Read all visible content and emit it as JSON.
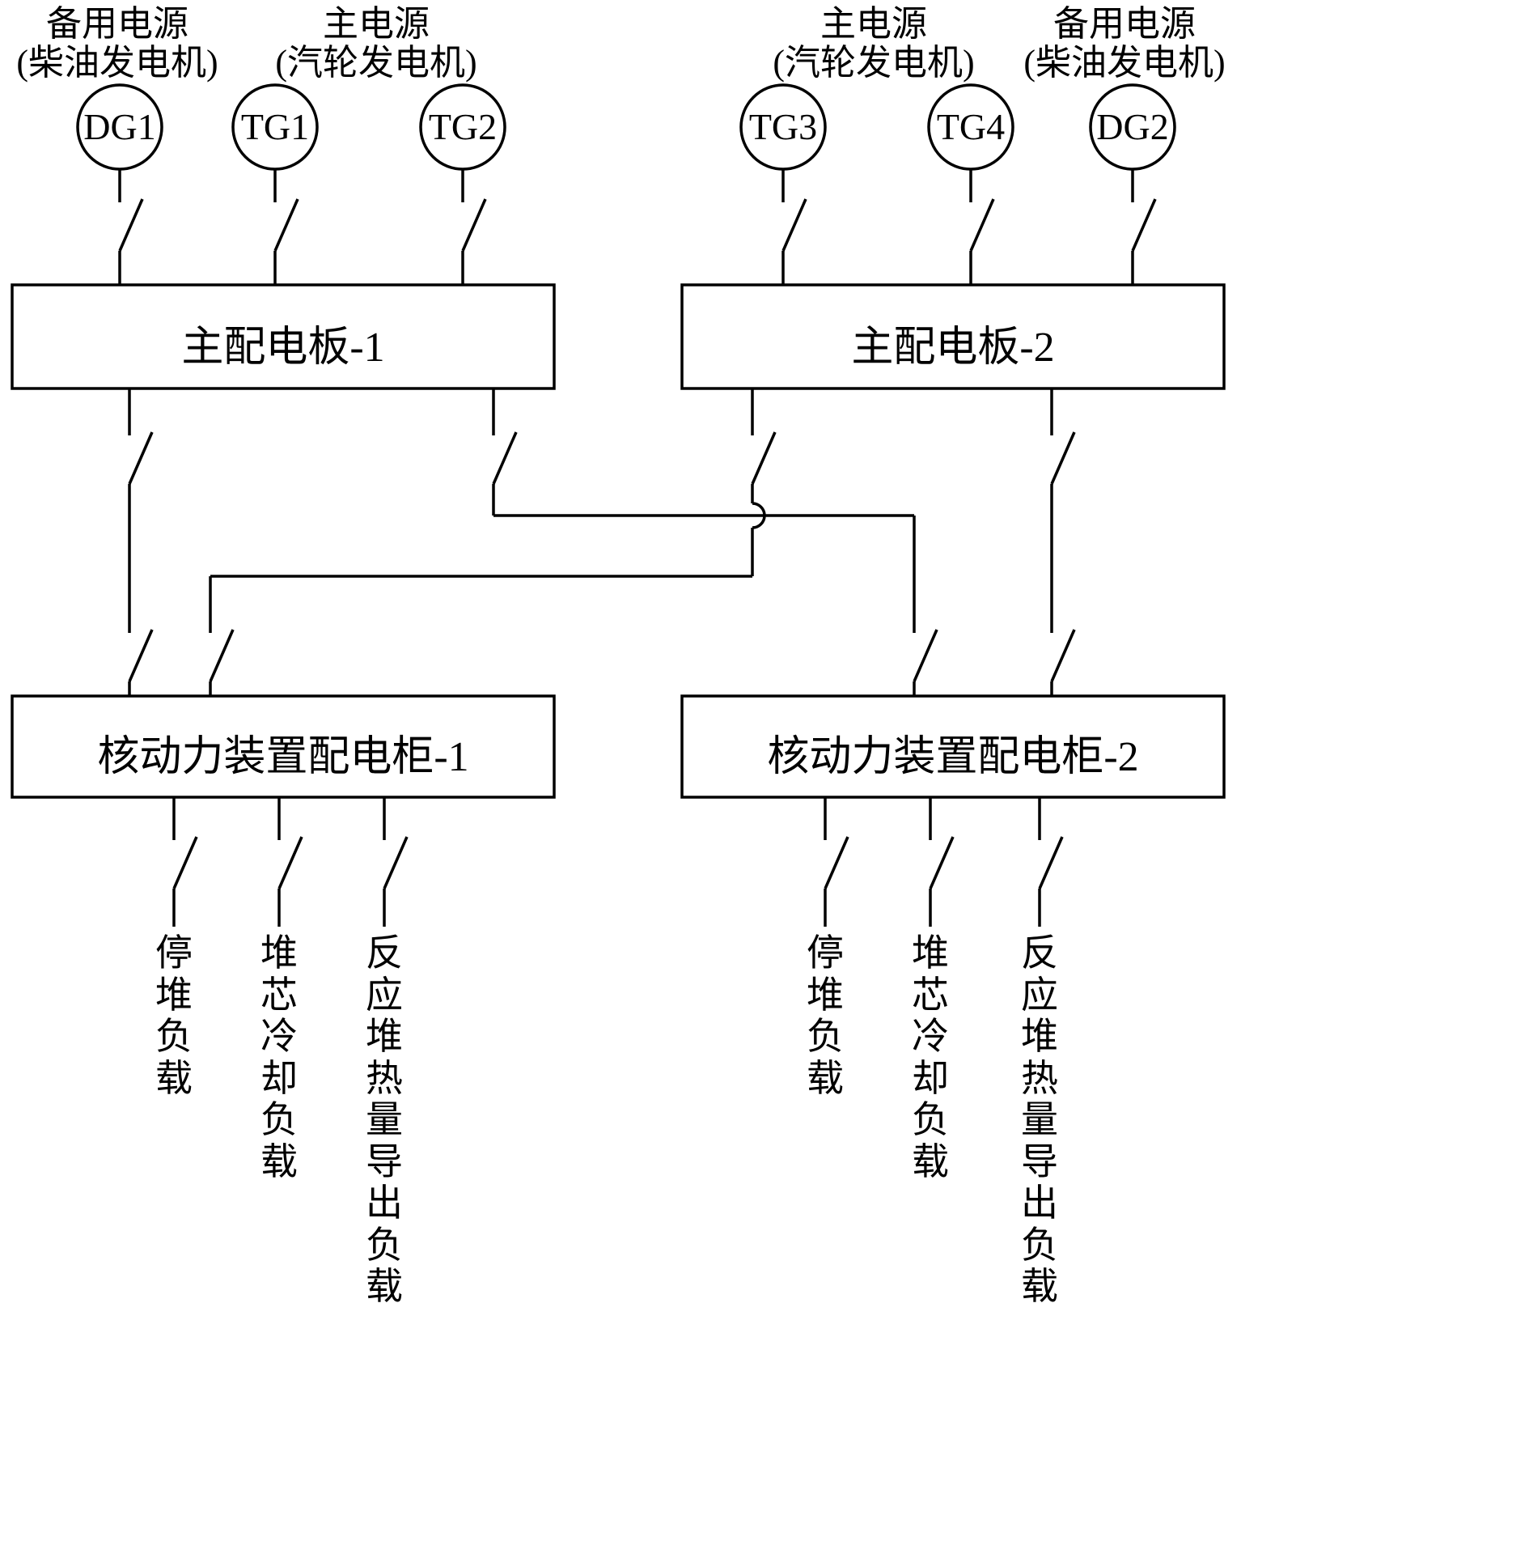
{
  "diagram": {
    "background": "#ffffff",
    "line_color": "#000000",
    "source_labels": [
      {
        "line1": "备用电源",
        "line2": "(柴油发电机)"
      },
      {
        "line1": "主电源",
        "line2": "(汽轮发电机)"
      },
      {
        "line1": "主电源",
        "line2": "(汽轮发电机)"
      },
      {
        "line1": "备用电源",
        "line2": "(柴油发电机)"
      }
    ],
    "generators": [
      {
        "id": "DG1"
      },
      {
        "id": "TG1"
      },
      {
        "id": "TG2"
      },
      {
        "id": "TG3"
      },
      {
        "id": "TG4"
      },
      {
        "id": "DG2"
      }
    ],
    "switchboards": [
      {
        "label": "主配电板-1"
      },
      {
        "label": "主配电板-2"
      }
    ],
    "cabinets": [
      {
        "label": "核动力装置配电柜-1"
      },
      {
        "label": "核动力装置配电柜-2"
      }
    ],
    "loads": [
      "停堆负载",
      "堆芯冷却负载",
      "反应堆热量导出负载",
      "停堆负载",
      "堆芯冷却负载",
      "反应堆热量导出负载"
    ]
  }
}
